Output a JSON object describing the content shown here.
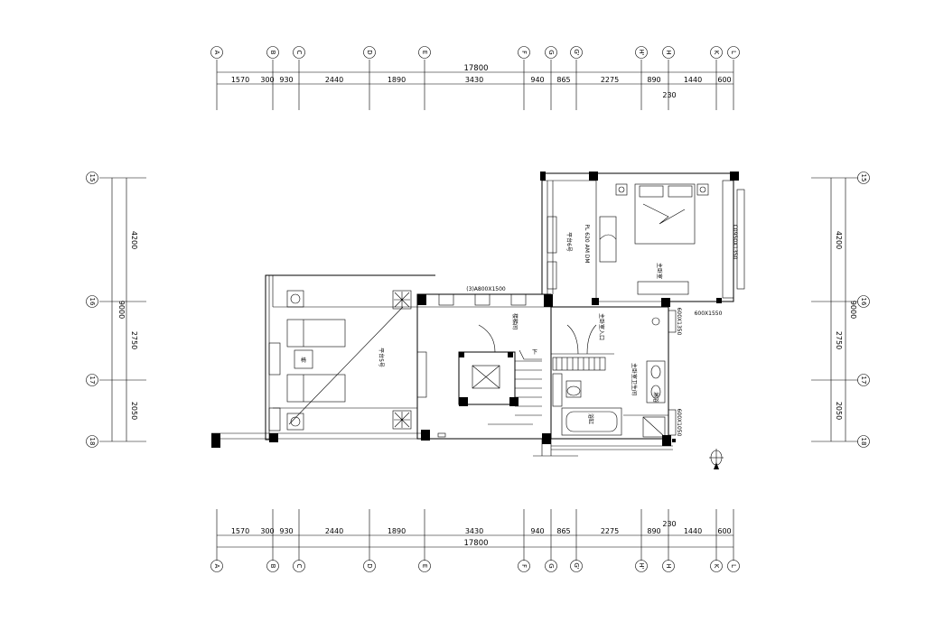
{
  "top": {
    "total": "17800",
    "segments": [
      "1570",
      "300",
      "930",
      "2440",
      "1890",
      "3430",
      "940",
      "865",
      "2275",
      "890",
      "1440",
      "600"
    ],
    "extra": "230",
    "grid_labels": [
      "A",
      "B",
      "C",
      "D",
      "E",
      "F",
      "G",
      "G'",
      "H'",
      "H",
      "K",
      "L"
    ]
  },
  "bottom": {
    "total": "17800",
    "segments": [
      "1570",
      "300",
      "930",
      "2440",
      "1890",
      "3430",
      "940",
      "865",
      "2275",
      "890",
      "1440",
      "600"
    ],
    "extra": "230",
    "grid_labels": [
      "A",
      "B",
      "C",
      "D",
      "E",
      "F",
      "G",
      "G'",
      "H'",
      "H",
      "K",
      "L"
    ]
  },
  "left": {
    "total": "9000",
    "segments": [
      "4200",
      "2750",
      "2050"
    ],
    "grid_labels": [
      "15",
      "16",
      "17",
      "18"
    ]
  },
  "right": {
    "total": "9000",
    "segments": [
      "4200",
      "2750",
      "2050"
    ],
    "grid_labels": [
      "15",
      "16",
      "17",
      "18"
    ]
  },
  "rooms": {
    "master": "主卧室",
    "terrace_a": "平台6号",
    "terrace_b": "平台5号",
    "master_entry": "主卧室入口",
    "master_bath": "主卧室卫生间",
    "stair": "楼梯间",
    "bath": "浴缸",
    "shower": "淋浴",
    "window_1": "(3)A800X1500",
    "window_2": "600X1550",
    "window_3": "C0950X1350",
    "window_4": "600X1350",
    "window_5": "600X1050",
    "wardrobe": "PL 620 AM DM",
    "chair": "椅",
    "down": "下"
  }
}
